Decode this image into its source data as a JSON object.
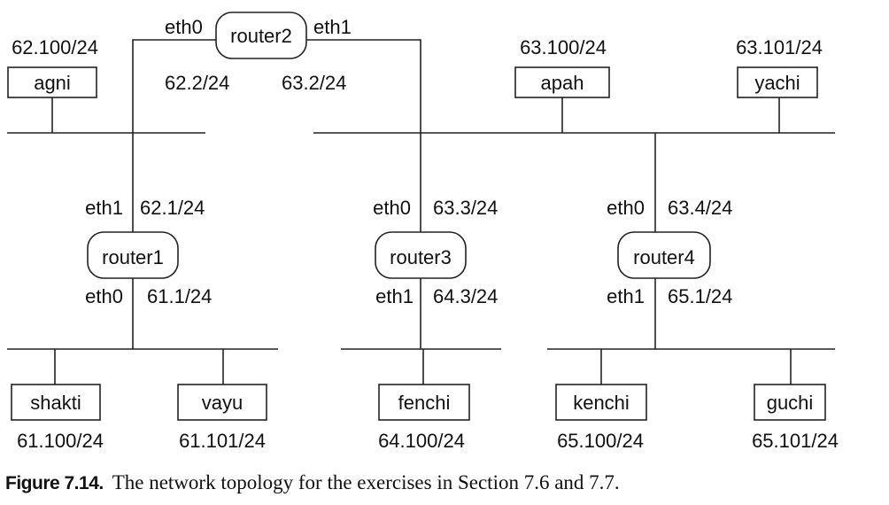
{
  "figure": {
    "caption_label": "Figure 7.14.",
    "caption_text": "The network topology for the exercises in Section 7.6 and 7.7."
  },
  "routers": {
    "router1": {
      "name": "router1",
      "ifaces": {
        "eth0": "eth0",
        "eth0_addr": "61.1/24",
        "eth1": "eth1",
        "eth1_addr": "62.1/24"
      }
    },
    "router2": {
      "name": "router2",
      "ifaces": {
        "eth0": "eth0",
        "eth0_addr": "62.2/24",
        "eth1": "eth1",
        "eth1_addr": "63.2/24"
      }
    },
    "router3": {
      "name": "router3",
      "ifaces": {
        "eth0": "eth0",
        "eth0_addr": "63.3/24",
        "eth1": "eth1",
        "eth1_addr": "64.3/24"
      }
    },
    "router4": {
      "name": "router4",
      "ifaces": {
        "eth0": "eth0",
        "eth0_addr": "63.4/24",
        "eth1": "eth1",
        "eth1_addr": "65.1/24"
      }
    }
  },
  "hosts": {
    "agni": {
      "name": "agni",
      "addr": "62.100/24"
    },
    "apah": {
      "name": "apah",
      "addr": "63.100/24"
    },
    "yachi": {
      "name": "yachi",
      "addr": "63.101/24"
    },
    "shakti": {
      "name": "shakti",
      "addr": "61.100/24"
    },
    "vayu": {
      "name": "vayu",
      "addr": "61.101/24"
    },
    "fenchi": {
      "name": "fenchi",
      "addr": "64.100/24"
    },
    "kenchi": {
      "name": "kenchi",
      "addr": "65.100/24"
    },
    "guchi": {
      "name": "guchi",
      "addr": "65.101/24"
    }
  }
}
